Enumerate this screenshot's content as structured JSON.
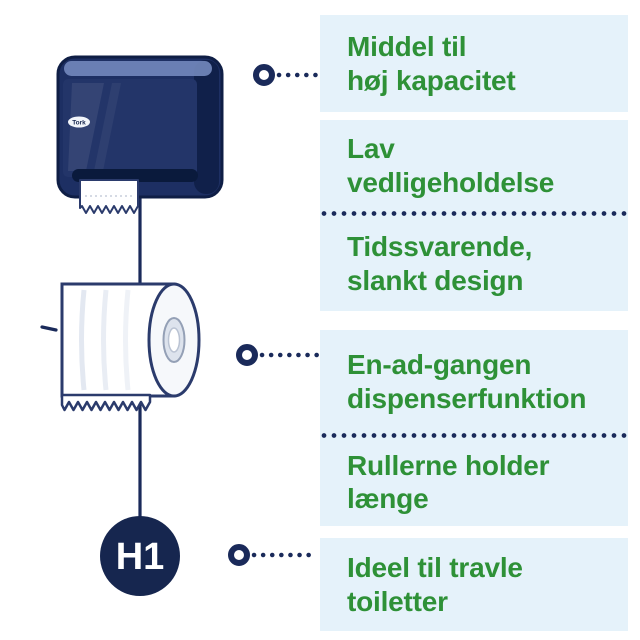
{
  "colors": {
    "navy": "#1A2A5A",
    "navy_dark": "#122148",
    "green": "#2E9137",
    "panel_blue": "#E5F2FA"
  },
  "illustration": {
    "brand_logo": "Tork",
    "badge_label": "H1",
    "icons": [
      "paper-towel-dispenser",
      "paper-roll",
      "h1-size-badge"
    ]
  },
  "benefits": [
    {
      "line1": "Middel til",
      "line2": "høj kapacitet"
    },
    {
      "line1": "Lav",
      "line2": "vedligeholdelse"
    },
    {
      "line1": "Tidssvarende,",
      "line2": "slankt design"
    },
    {
      "line1": "En-ad-gangen",
      "line2": "dispenserfunktion"
    },
    {
      "line1": "Rullerne holder",
      "line2": "længe"
    },
    {
      "line1": "Ideel til travle",
      "line2": "toiletter"
    }
  ]
}
